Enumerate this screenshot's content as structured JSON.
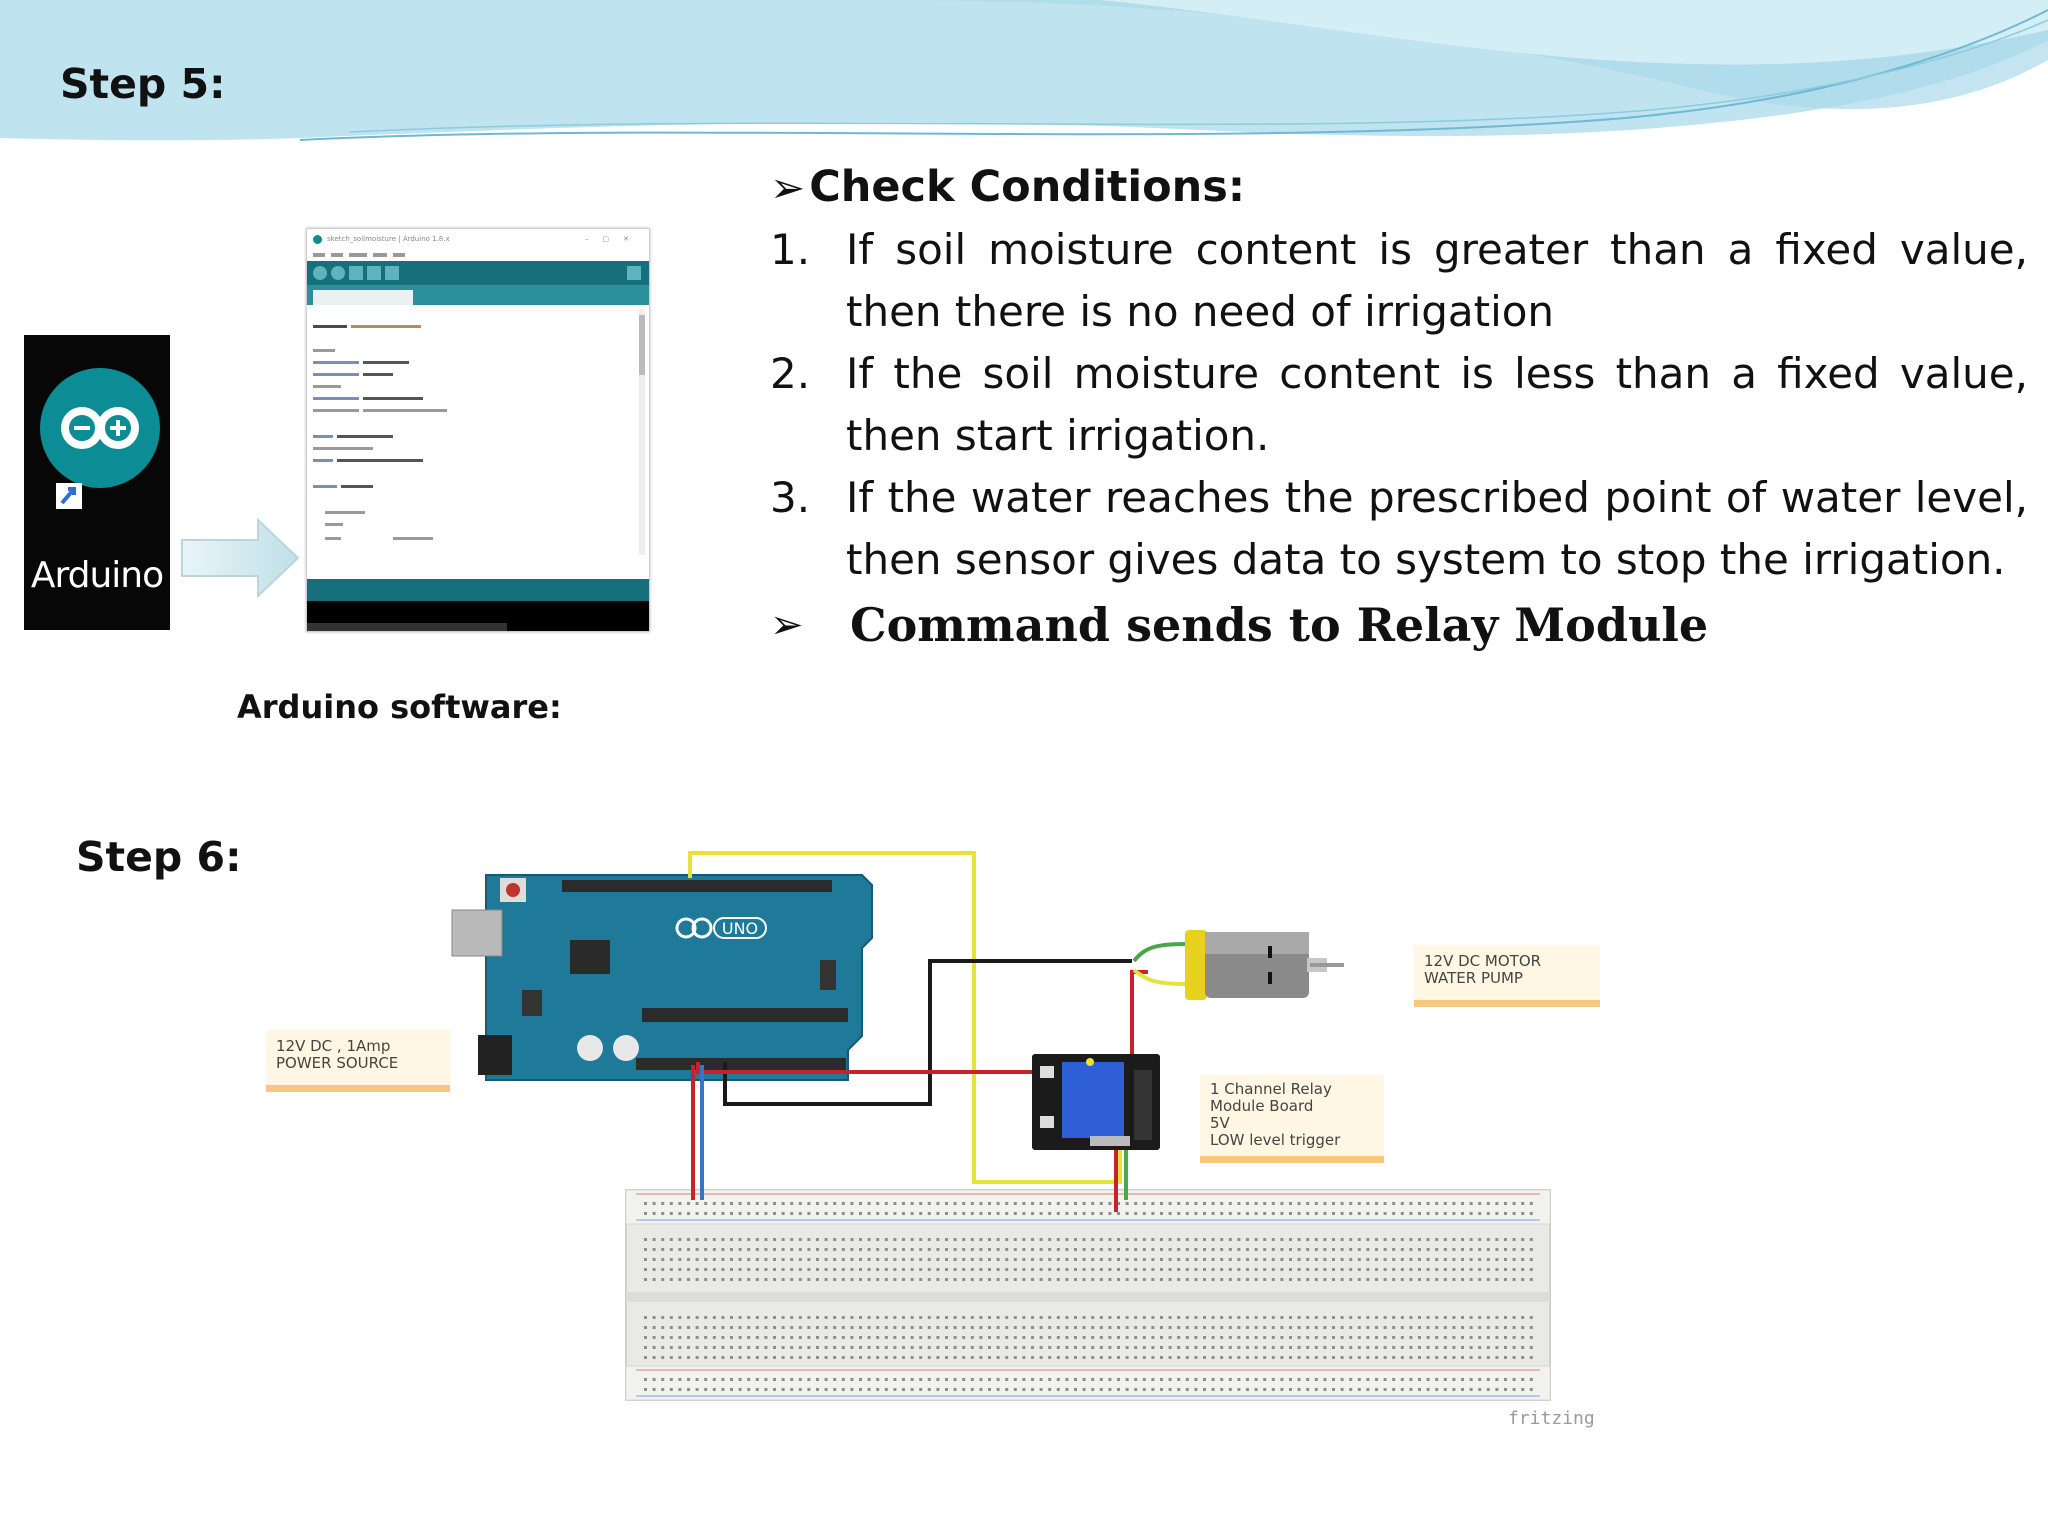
{
  "step5": {
    "title": "Step 5:"
  },
  "arduino_icon": {
    "label": "Arduino"
  },
  "ide_window": {
    "title": "sketch_soilmoisture | Arduino 1.8.x"
  },
  "arduino_software_caption": "Arduino software:",
  "conditions": {
    "heading": "Check Conditions:",
    "items": [
      {
        "num": "1.",
        "text": "If soil moisture content is greater than a fixed value, then there is no need of irrigation"
      },
      {
        "num": "2.",
        "text": "If the soil moisture content is less than a fixed value, then start  irrigation."
      },
      {
        "num": "3.",
        "text": "If the water  reaches the prescribed point of water level, then sensor   gives data to system to stop the irrigation."
      }
    ],
    "command": "Command sends to Relay Module"
  },
  "step6": {
    "title": "Step 6:"
  },
  "diagram": {
    "power_label": [
      "12V DC , 1Amp",
      "POWER SOURCE"
    ],
    "motor_label": [
      "12V DC MOTOR",
      "WATER PUMP"
    ],
    "relay_label": [
      "1 Channel Relay",
      "Module Board",
      "5V",
      "LOW level trigger"
    ],
    "board_brand": "UNO",
    "fritzing": "fritzing"
  },
  "colors": {
    "wave_light": "#bfe3ef",
    "wave_mid": "#8ccbe0",
    "board_blue": "#1f7a99",
    "wire_red": "#c8232c",
    "wire_yellow": "#e6e23a",
    "wire_black": "#1a1a1a",
    "wire_green": "#4aa84a"
  }
}
